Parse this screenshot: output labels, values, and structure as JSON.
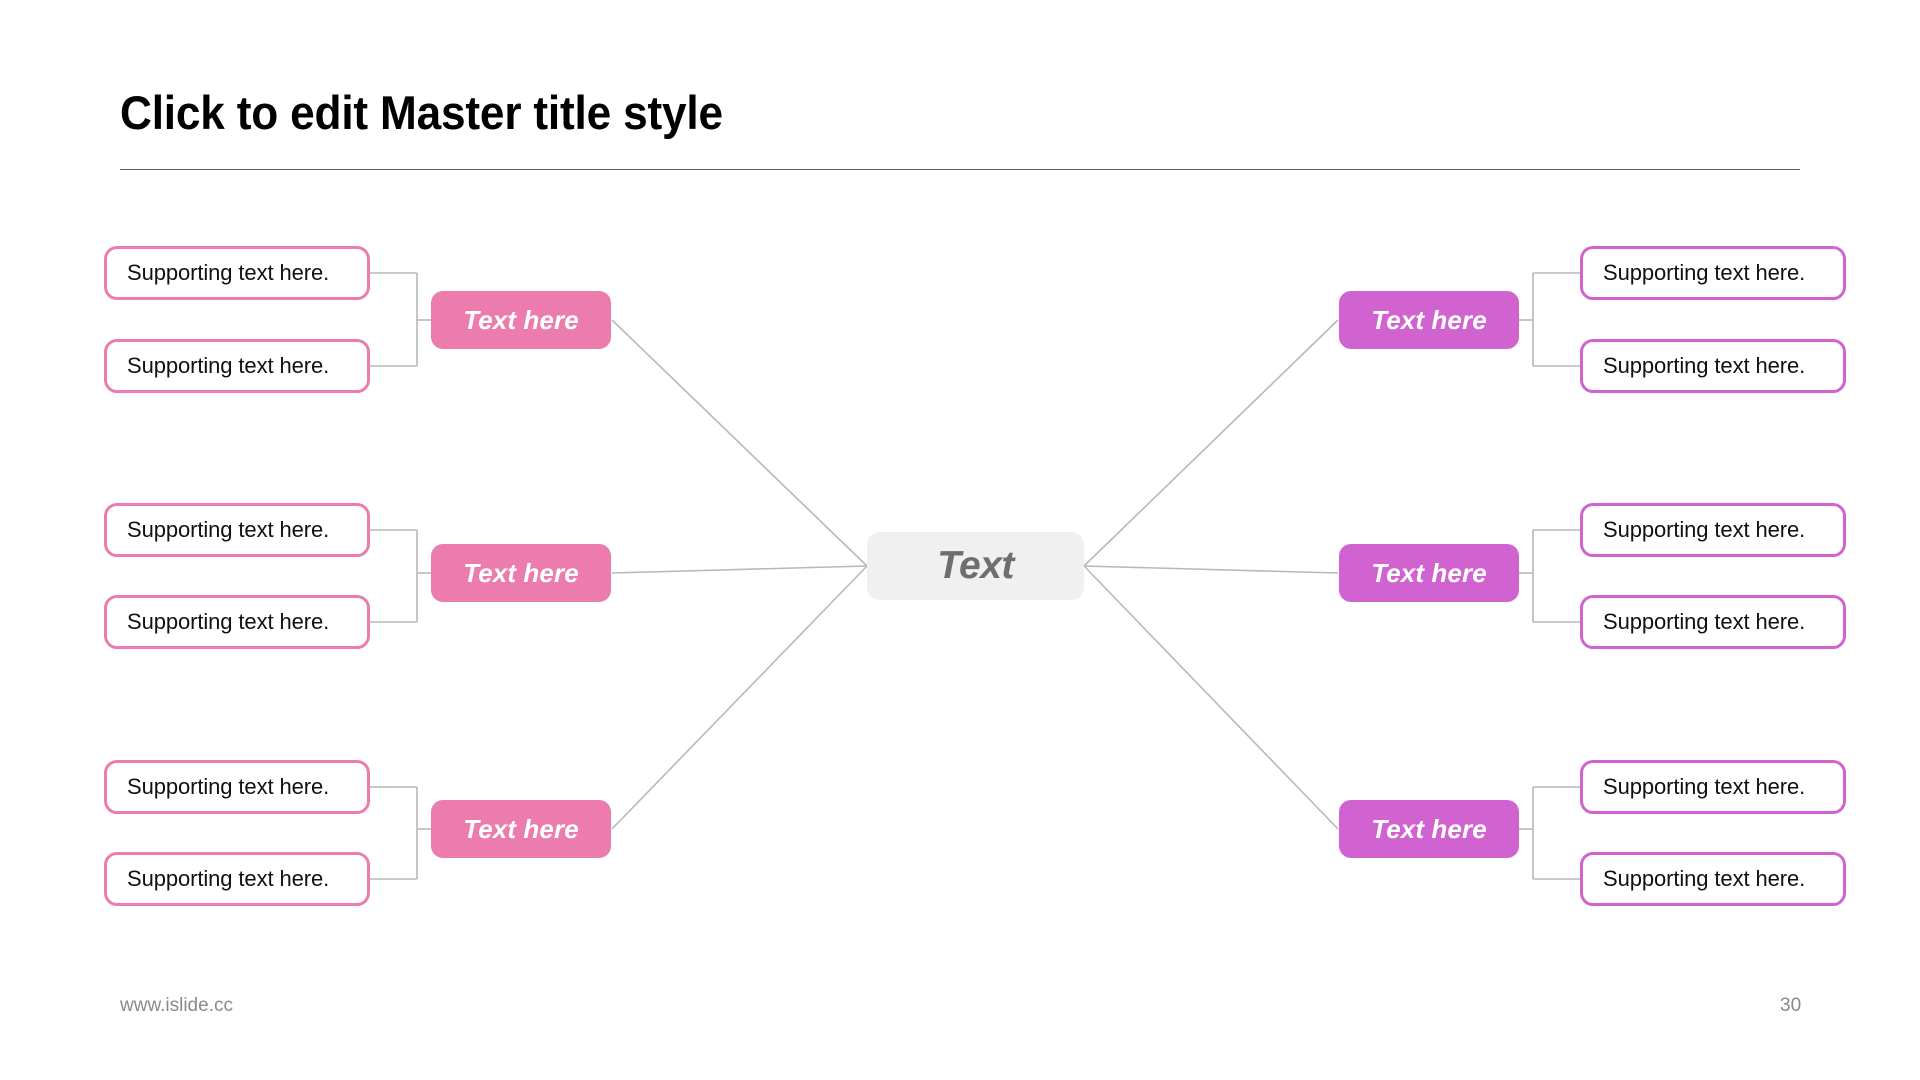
{
  "slide": {
    "title": "Click to edit Master title style",
    "footer_url": "www.islide.cc",
    "page_number": "30"
  },
  "colors": {
    "pink": "#ec7cae",
    "purple": "#d063d0",
    "center_fill": "#f0f0f0",
    "center_text": "#6e6e6e",
    "connector": "#b8b8b8",
    "title_rule": "#606060",
    "footer_text": "#8a8a8a"
  },
  "diagram": {
    "center": {
      "label": "Text",
      "color": "#f0f0f0"
    },
    "branches": [
      {
        "id": "left-top",
        "side": "left",
        "color": "#ec7cae",
        "head_label": "Text here",
        "leaves": [
          {
            "label": "Supporting text here."
          },
          {
            "label": "Supporting text here."
          }
        ]
      },
      {
        "id": "left-middle",
        "side": "left",
        "color": "#ec7cae",
        "head_label": "Text here",
        "leaves": [
          {
            "label": "Supporting text here."
          },
          {
            "label": "Supporting text here."
          }
        ]
      },
      {
        "id": "left-bottom",
        "side": "left",
        "color": "#ec7cae",
        "head_label": "Text here",
        "leaves": [
          {
            "label": "Supporting text here."
          },
          {
            "label": "Supporting text here."
          }
        ]
      },
      {
        "id": "right-top",
        "side": "right",
        "color": "#d063d0",
        "head_label": "Text here",
        "leaves": [
          {
            "label": "Supporting text here."
          },
          {
            "label": "Supporting text here."
          }
        ]
      },
      {
        "id": "right-middle",
        "side": "right",
        "color": "#d063d0",
        "head_label": "Text here",
        "leaves": [
          {
            "label": "Supporting text here."
          },
          {
            "label": "Supporting text here."
          }
        ]
      },
      {
        "id": "right-bottom",
        "side": "right",
        "color": "#d063d0",
        "head_label": "Text here",
        "leaves": [
          {
            "label": "Supporting text here."
          },
          {
            "label": "Supporting text here."
          }
        ]
      }
    ]
  }
}
